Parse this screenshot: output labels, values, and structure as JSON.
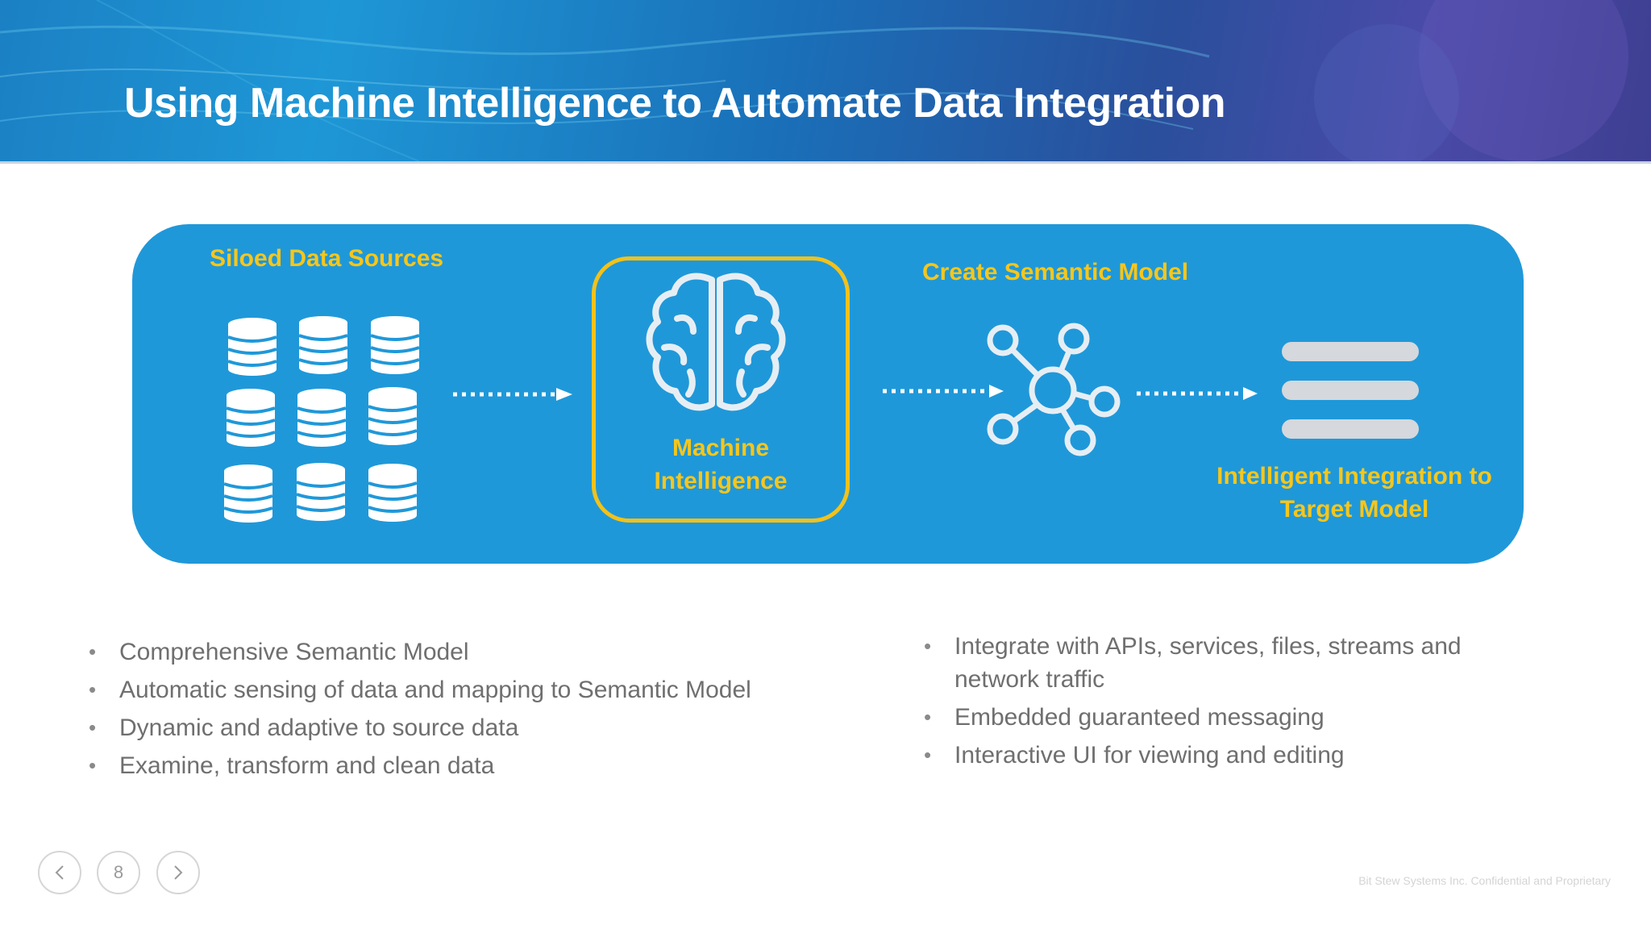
{
  "slide": {
    "title": "Using Machine Intelligence to Automate Data Integration",
    "page_number": "8",
    "footer": "Bit Stew Systems Inc. Confidential and Proprietary"
  },
  "diagram": {
    "siloed_label": "Siloed Data Sources",
    "mi_label_line1": "Machine",
    "mi_label_line2": "Intelligence",
    "semantic_label": "Create Semantic Model",
    "integration_label_line1": "Intelligent Integration to",
    "integration_label_line2": "Target Model"
  },
  "bullets_left": [
    "Comprehensive Semantic Model",
    "Automatic sensing of data and mapping to Semantic Model",
    "Dynamic and adaptive to source data",
    "Examine, transform and clean data"
  ],
  "bullets_right": [
    "Integrate with APIs, services, files, streams and network traffic",
    "Embedded guaranteed messaging",
    "Interactive UI for viewing and editing"
  ],
  "icons": {
    "database": "database-icon",
    "brain": "brain-icon",
    "network": "network-icon",
    "list": "list-icon",
    "arrow": "dotted-arrow-icon",
    "prev": "chevron-left-icon",
    "next": "chevron-right-icon"
  },
  "colors": {
    "panel": "#1f98d9",
    "accent_yellow": "#f2c21b",
    "icon_white": "#ffffff",
    "icon_light": "#e6eef4",
    "bar_gray": "#d5d8dc",
    "bullet_text": "#6f6f6f"
  }
}
